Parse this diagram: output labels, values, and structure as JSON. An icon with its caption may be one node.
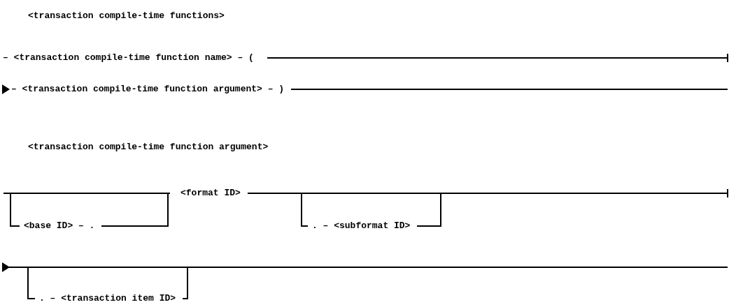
{
  "diagram": {
    "labels": [
      "<transaction compile-time functions>",
      "– <transaction compile-time function name> – (",
      "– <transaction compile-time function argument> – )",
      "<transaction compile-time function argument>",
      "<format ID>",
      "<base ID> – .",
      ". – <subformat ID>",
      ". – <transaction item ID>"
    ]
  }
}
